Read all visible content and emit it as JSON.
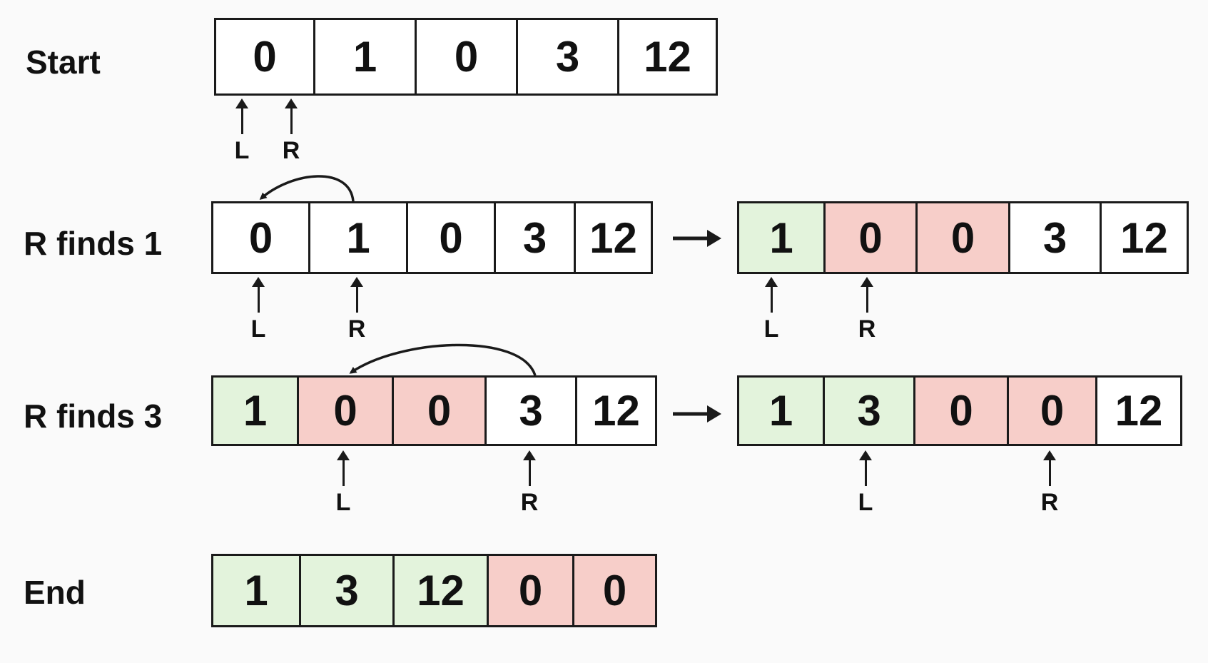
{
  "rows": {
    "start": {
      "label": "Start",
      "array": [
        "0",
        "1",
        "0",
        "3",
        "12"
      ],
      "pointers": {
        "l": "L",
        "r": "R"
      }
    },
    "step1": {
      "label": "R finds 1",
      "before": {
        "array": [
          "0",
          "1",
          "0",
          "3",
          "12"
        ],
        "pointers": {
          "l": "L",
          "r": "R"
        }
      },
      "after": {
        "array": [
          "1",
          "0",
          "0",
          "3",
          "12"
        ],
        "pointers": {
          "l": "L",
          "r": "R"
        }
      }
    },
    "step2": {
      "label": "R finds 3",
      "before": {
        "array": [
          "1",
          "0",
          "0",
          "3",
          "12"
        ],
        "pointers": {
          "l": "L",
          "r": "R"
        }
      },
      "after": {
        "array": [
          "1",
          "3",
          "0",
          "0",
          "12"
        ],
        "pointers": {
          "l": "L",
          "r": "R"
        }
      }
    },
    "end": {
      "label": "End",
      "array": [
        "1",
        "3",
        "12",
        "0",
        "0"
      ]
    }
  },
  "colors": {
    "placed_nonzero": "#e3f3dc",
    "zero": "#f7cec9",
    "neutral": "#ffffff",
    "line": "#1a1a1a"
  }
}
